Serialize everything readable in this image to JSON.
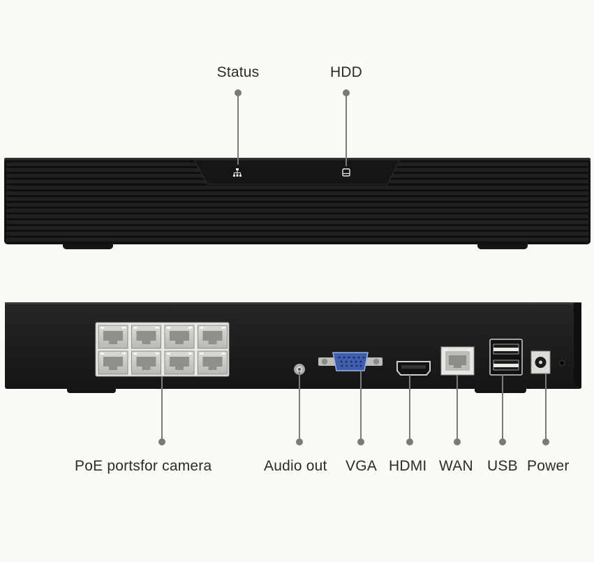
{
  "labels": {
    "status": "Status",
    "hdd": "HDD",
    "poe_ports": "PoE portsfor camera",
    "audio_out": "Audio out",
    "vga": "VGA",
    "hdmi": "HDMI",
    "wan": "WAN",
    "usb": "USB",
    "power": "Power"
  },
  "icons": {
    "status": "network-status-icon",
    "hdd": "hard-drive-icon"
  },
  "colors": {
    "background": "#fbfaf6",
    "device_body": "#1c1c1c",
    "callout": "#7a7a7a",
    "vga_connector": "#3f5fae"
  },
  "device": {
    "poe_port_count": 8
  }
}
